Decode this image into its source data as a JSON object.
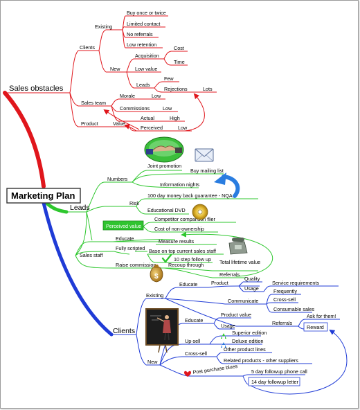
{
  "diagram": {
    "root": {
      "label": "Marketing Plan"
    },
    "colors": {
      "sales_obstacles": "#e0161c",
      "leads": "#2ec72e",
      "clients": "#1f3bd6",
      "highlight": "#2fc42f"
    },
    "sales_obstacles": {
      "label": "Sales obstacles",
      "clients": {
        "label": "Clients",
        "existing": {
          "label": "Existing",
          "items": [
            "Buy once or twice",
            "Limited contact",
            "No referrals",
            "Low retention"
          ]
        },
        "new": {
          "label": "New",
          "acquisition": "Acquisition",
          "cost": "Cost",
          "time": "Time",
          "low_value": "Low value",
          "leads": "Leads",
          "few": "Few",
          "rejections": "Rejections",
          "lots": "Lots"
        }
      },
      "sales_team": {
        "label": "Sales team",
        "morale": "Morale",
        "morale_low": "Low",
        "commissions": "Commissions",
        "commissions_low": "Low",
        "actual": "Actual",
        "actual_high": "High"
      },
      "product": {
        "label": "Product",
        "value": "Value",
        "perceived": "Perceived",
        "perceived_low": "Low"
      }
    },
    "leads": {
      "label": "Leads",
      "numbers": {
        "label": "Numbers",
        "joint_promotion": "Joint promotion",
        "buy_mailing_list": "Buy mailing list",
        "information_nights": "Information nights"
      },
      "risk": {
        "label": "Risk",
        "guarantee": "100 day money back guarantee - NQA",
        "educational_dvd": "Educational DVD"
      },
      "perceived_value": {
        "label": "Perceived value",
        "items": [
          "Competitor comparison flier",
          "Cost of non-ownership"
        ]
      },
      "sales_staff": {
        "label": "Sales staff",
        "educate": "Educate",
        "measure_results": "Measure results",
        "fully_scripted": "Fully scripted",
        "base_on_top": "Base on top current sales staff",
        "follow_up": "10 step follow up",
        "raise_commission": "Raise commission",
        "recoup_through": "Recoup through",
        "total_lifetime_value": "Total lifetime value",
        "referrals": "Referrals"
      }
    },
    "clients": {
      "label": "Clients",
      "existing": {
        "label": "Existing",
        "educate": "Educate",
        "product": "Product",
        "quality": "Quality",
        "usage": "Usage",
        "service_requirements": "Service requirements",
        "communicate": "Communicate",
        "frequently": "Frequently",
        "cross_sell": "Cross-sell",
        "consumable_sales": "Consumable sales",
        "referrals": "Referrals",
        "ask_for_them": "Ask for them!",
        "reward": "Reward"
      },
      "new": {
        "label": "New",
        "educate": "Educate",
        "product_value": "Product value",
        "usage": "Usage",
        "up_sell": "Up-sell",
        "superior_edition": "Superior edition",
        "deluxe_edition": "Deluxe edition",
        "cross_sell": "Cross-sell",
        "other_product_lines": "Other product lines",
        "related_products": "Related products - other suppliers",
        "post_purchase_blues": "Post purchase blues",
        "phone_call": "5 day followup phone call",
        "followup_letter": "14 day followup letter"
      }
    },
    "icons": [
      "handshake-icon",
      "envelope-icon",
      "undo-arrow-icon",
      "dvd-icon",
      "phone-icon",
      "check-icon",
      "money-bag-icon",
      "presenter-icon",
      "up-arrow-icon",
      "heart-icon"
    ]
  }
}
